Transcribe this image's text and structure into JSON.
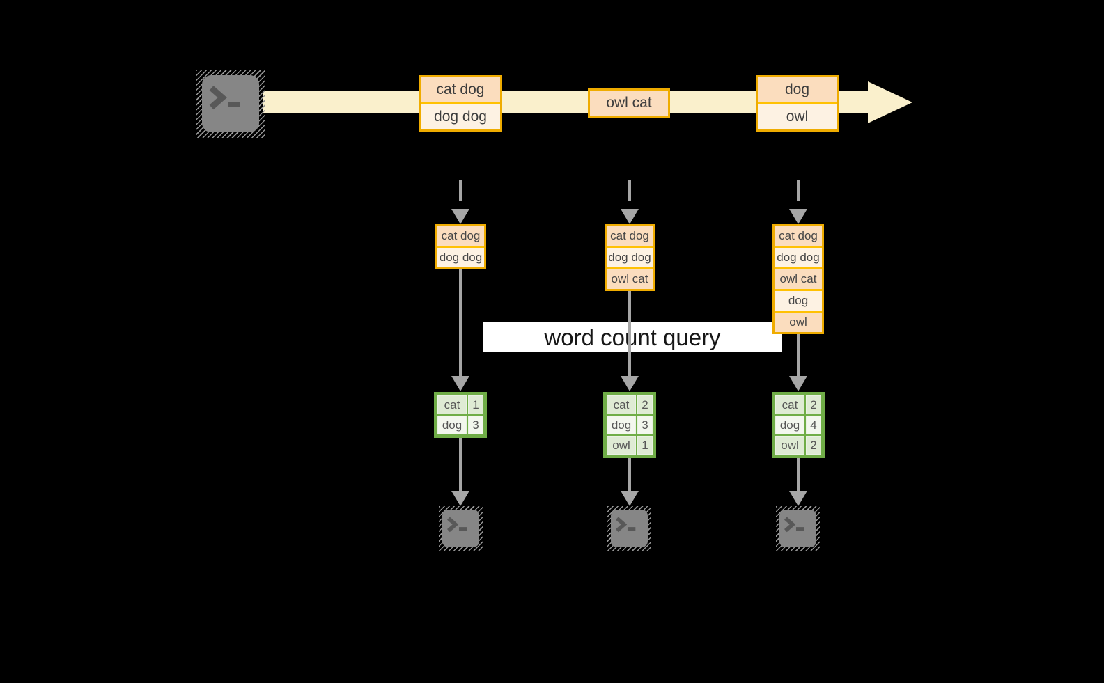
{
  "query_label": "word count query",
  "stream": {
    "batches": [
      {
        "rows": [
          "cat dog",
          "dog dog"
        ]
      },
      {
        "rows": [
          "owl cat"
        ]
      },
      {
        "rows": [
          "dog",
          "owl"
        ]
      }
    ]
  },
  "pipelines": [
    {
      "buffer": [
        "cat dog",
        "dog dog"
      ],
      "counts": [
        {
          "word": "cat",
          "count": "1"
        },
        {
          "word": "dog",
          "count": "3"
        }
      ]
    },
    {
      "buffer": [
        "cat dog",
        "dog dog",
        "owl cat"
      ],
      "counts": [
        {
          "word": "cat",
          "count": "2"
        },
        {
          "word": "dog",
          "count": "3"
        },
        {
          "word": "owl",
          "count": "1"
        }
      ]
    },
    {
      "buffer": [
        "cat dog",
        "dog dog",
        "owl cat",
        "dog",
        "owl"
      ],
      "counts": [
        {
          "word": "cat",
          "count": "2"
        },
        {
          "word": "dog",
          "count": "4"
        },
        {
          "word": "owl",
          "count": "2"
        }
      ]
    }
  ],
  "icons": {
    "source": "terminal-icon",
    "sinks": [
      "terminal-icon",
      "terminal-icon",
      "terminal-icon"
    ],
    "stream_arrow": "right-arrowhead-icon",
    "flow_arrow": "down-arrowhead-icon"
  },
  "colors": {
    "background": "#000000",
    "stream_band": "#faf0cc",
    "gold_border": "#efac00",
    "gold_divider": "#ffc103",
    "peach_fill": "#fbddbe",
    "cream_fill": "#fdf2e3",
    "green_border": "#70ad47",
    "green_cell_dark": "#dfebd4",
    "green_cell_light": "#f3f7ee",
    "connector_gray": "#a6a6a6",
    "terminal_gray": "#868686",
    "query_bg": "#ffffff"
  }
}
